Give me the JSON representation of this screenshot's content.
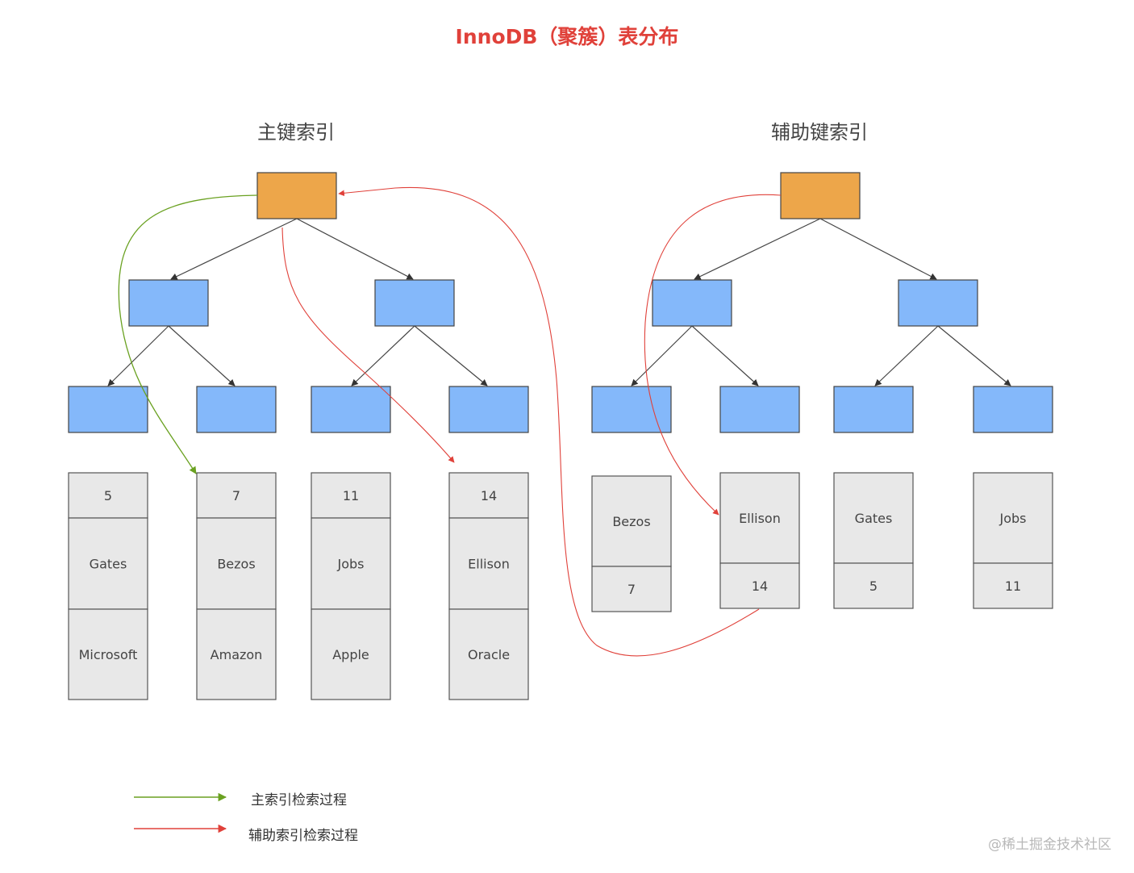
{
  "title": "InnoDB（聚簇）表分布",
  "colors": {
    "title": "#e0413a",
    "root_node": "#eda64a",
    "inner_node": "#84b8fa",
    "leaf_record": "#e8e8e8",
    "primary_path": "#6aa121",
    "secondary_path": "#e0413a",
    "tree_edge": "#444444"
  },
  "primary_index": {
    "heading": "主键索引",
    "leaves": [
      {
        "id": "5",
        "name": "Gates",
        "company": "Microsoft"
      },
      {
        "id": "7",
        "name": "Bezos",
        "company": "Amazon"
      },
      {
        "id": "11",
        "name": "Jobs",
        "company": "Apple"
      },
      {
        "id": "14",
        "name": "Ellison",
        "company": "Oracle"
      }
    ]
  },
  "secondary_index": {
    "heading": "辅助键索引",
    "leaves": [
      {
        "name": "Bezos",
        "id": "7"
      },
      {
        "name": "Ellison",
        "id": "14"
      },
      {
        "name": "Gates",
        "id": "5"
      },
      {
        "name": "Jobs",
        "id": "11"
      }
    ]
  },
  "legend": [
    {
      "label": "主索引检索过程",
      "color": "#6aa121"
    },
    {
      "label": "辅助索引检索过程",
      "color": "#e0413a"
    }
  ],
  "watermark": "@稀土掘金技术社区"
}
